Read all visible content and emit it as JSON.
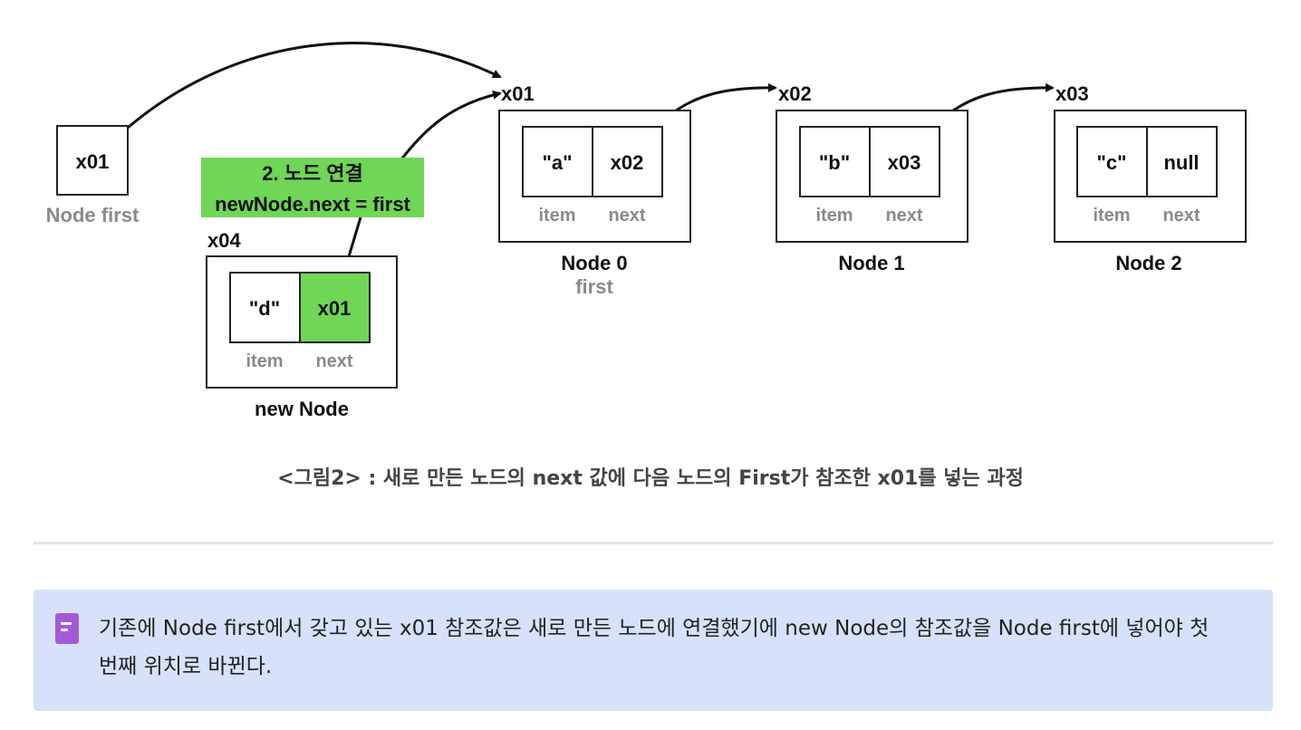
{
  "diagram": {
    "pointer": {
      "value": "x01",
      "label": "Node first"
    },
    "nodes": [
      {
        "address": "x01",
        "item": "\"a\"",
        "next": "x02",
        "name": "Node 0",
        "sub": "first"
      },
      {
        "address": "x02",
        "item": "\"b\"",
        "next": "x03",
        "name": "Node 1"
      },
      {
        "address": "x03",
        "item": "\"c\"",
        "next": "null",
        "name": "Node 2"
      }
    ],
    "new_node": {
      "address": "x04",
      "item": "\"d\"",
      "next": "x01",
      "name": "new Node"
    },
    "field_labels": {
      "item": "item",
      "next": "next"
    },
    "step_box": {
      "line1": "2. 노드 연결",
      "line2": "newNode.next = first",
      "color": "#6fd656"
    },
    "highlight_color": "#6fd656"
  },
  "caption": "<그림2> : 새로 만든 노드의 next 값에 다음 노드의 First가 참조한 x01를 넣는 과정",
  "callout": {
    "icon": "memo-icon",
    "text": "기존에 Node first에서 갖고 있는 x01 참조값은 새로 만든 노드에 연결했기에 new Node의 참조값을 Node first에 넣어야 첫 번째 위치로 바뀐다."
  }
}
